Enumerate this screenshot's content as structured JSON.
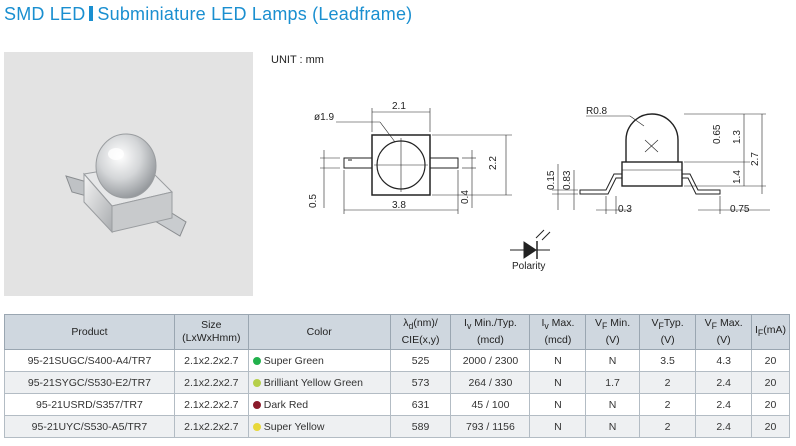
{
  "header": {
    "title_left": "SMD LED",
    "title_right": "Subminiature LED Lamps (Leadframe)"
  },
  "drawing": {
    "unit_label": "UNIT : mm",
    "polarity_label": "Polarity",
    "dims": {
      "d21": "2.1",
      "phi19": "ø1.9",
      "d22": "2.2",
      "d05": "0.5",
      "d04": "0.4",
      "d38": "3.8",
      "r08": "R0.8",
      "d065": "0.65",
      "d13": "1.3",
      "d27": "2.7",
      "d015": "0.15",
      "d083": "0.83",
      "d14": "1.4",
      "d03": "0.3",
      "d075": "0.75"
    }
  },
  "table": {
    "headers": {
      "product": "Product",
      "size": "Size",
      "size_sub": "(LxWxHmm)",
      "color": "Color",
      "lambda_sub": "d",
      "lambda_rest": "(nm)/",
      "cie": "CIE(x,y)",
      "iv_min_sub": "v",
      "iv_min_rest": " Min./Typ.",
      "mcd1": "(mcd)",
      "iv_max_sub": "v",
      "iv_max_rest": " Max.",
      "mcd2": "(mcd)",
      "vf_min_sub": "F",
      "vf_min_rest": " Min.",
      "v1": "(V)",
      "vf_typ_sub": "F",
      "vf_typ_rest": "Typ.",
      "v2": "(V)",
      "vf_max_sub": "F",
      "vf_max_rest": " Max.",
      "v3": "(V)",
      "if_sub": "F",
      "if_rest": "(mA)"
    },
    "rows": [
      {
        "product": "95-21SUGC/S400-A4/TR7",
        "size": "2.1x2.2x2.7",
        "color": "Super Green",
        "dot": "#22b14c",
        "lambda": "525",
        "iv": "2000 / 2300",
        "ivmax": "N",
        "vfmin": "N",
        "vftyp": "3.5",
        "vfmax": "4.3",
        "if": "20"
      },
      {
        "product": "95-21SYGC/S530-E2/TR7",
        "size": "2.1x2.2x2.7",
        "color": "Brilliant Yellow Green",
        "dot": "#b5cf4a",
        "lambda": "573",
        "iv": "264 / 330",
        "ivmax": "N",
        "vfmin": "1.7",
        "vftyp": "2",
        "vfmax": "2.4",
        "if": "20"
      },
      {
        "product": "95-21USRD/S357/TR7",
        "size": "2.1x2.2x2.7",
        "color": "Dark Red",
        "dot": "#8b1a2b",
        "lambda": "631",
        "iv": "45 / 100",
        "ivmax": "N",
        "vfmin": "N",
        "vftyp": "2",
        "vfmax": "2.4",
        "if": "20"
      },
      {
        "product": "95-21UYC/S530-A5/TR7",
        "size": "2.1x2.2x2.7",
        "color": "Super Yellow",
        "dot": "#e8d83a",
        "lambda": "589",
        "iv": "793 / 1156",
        "ivmax": "N",
        "vfmin": "N",
        "vftyp": "2",
        "vfmax": "2.4",
        "if": "20"
      }
    ]
  }
}
